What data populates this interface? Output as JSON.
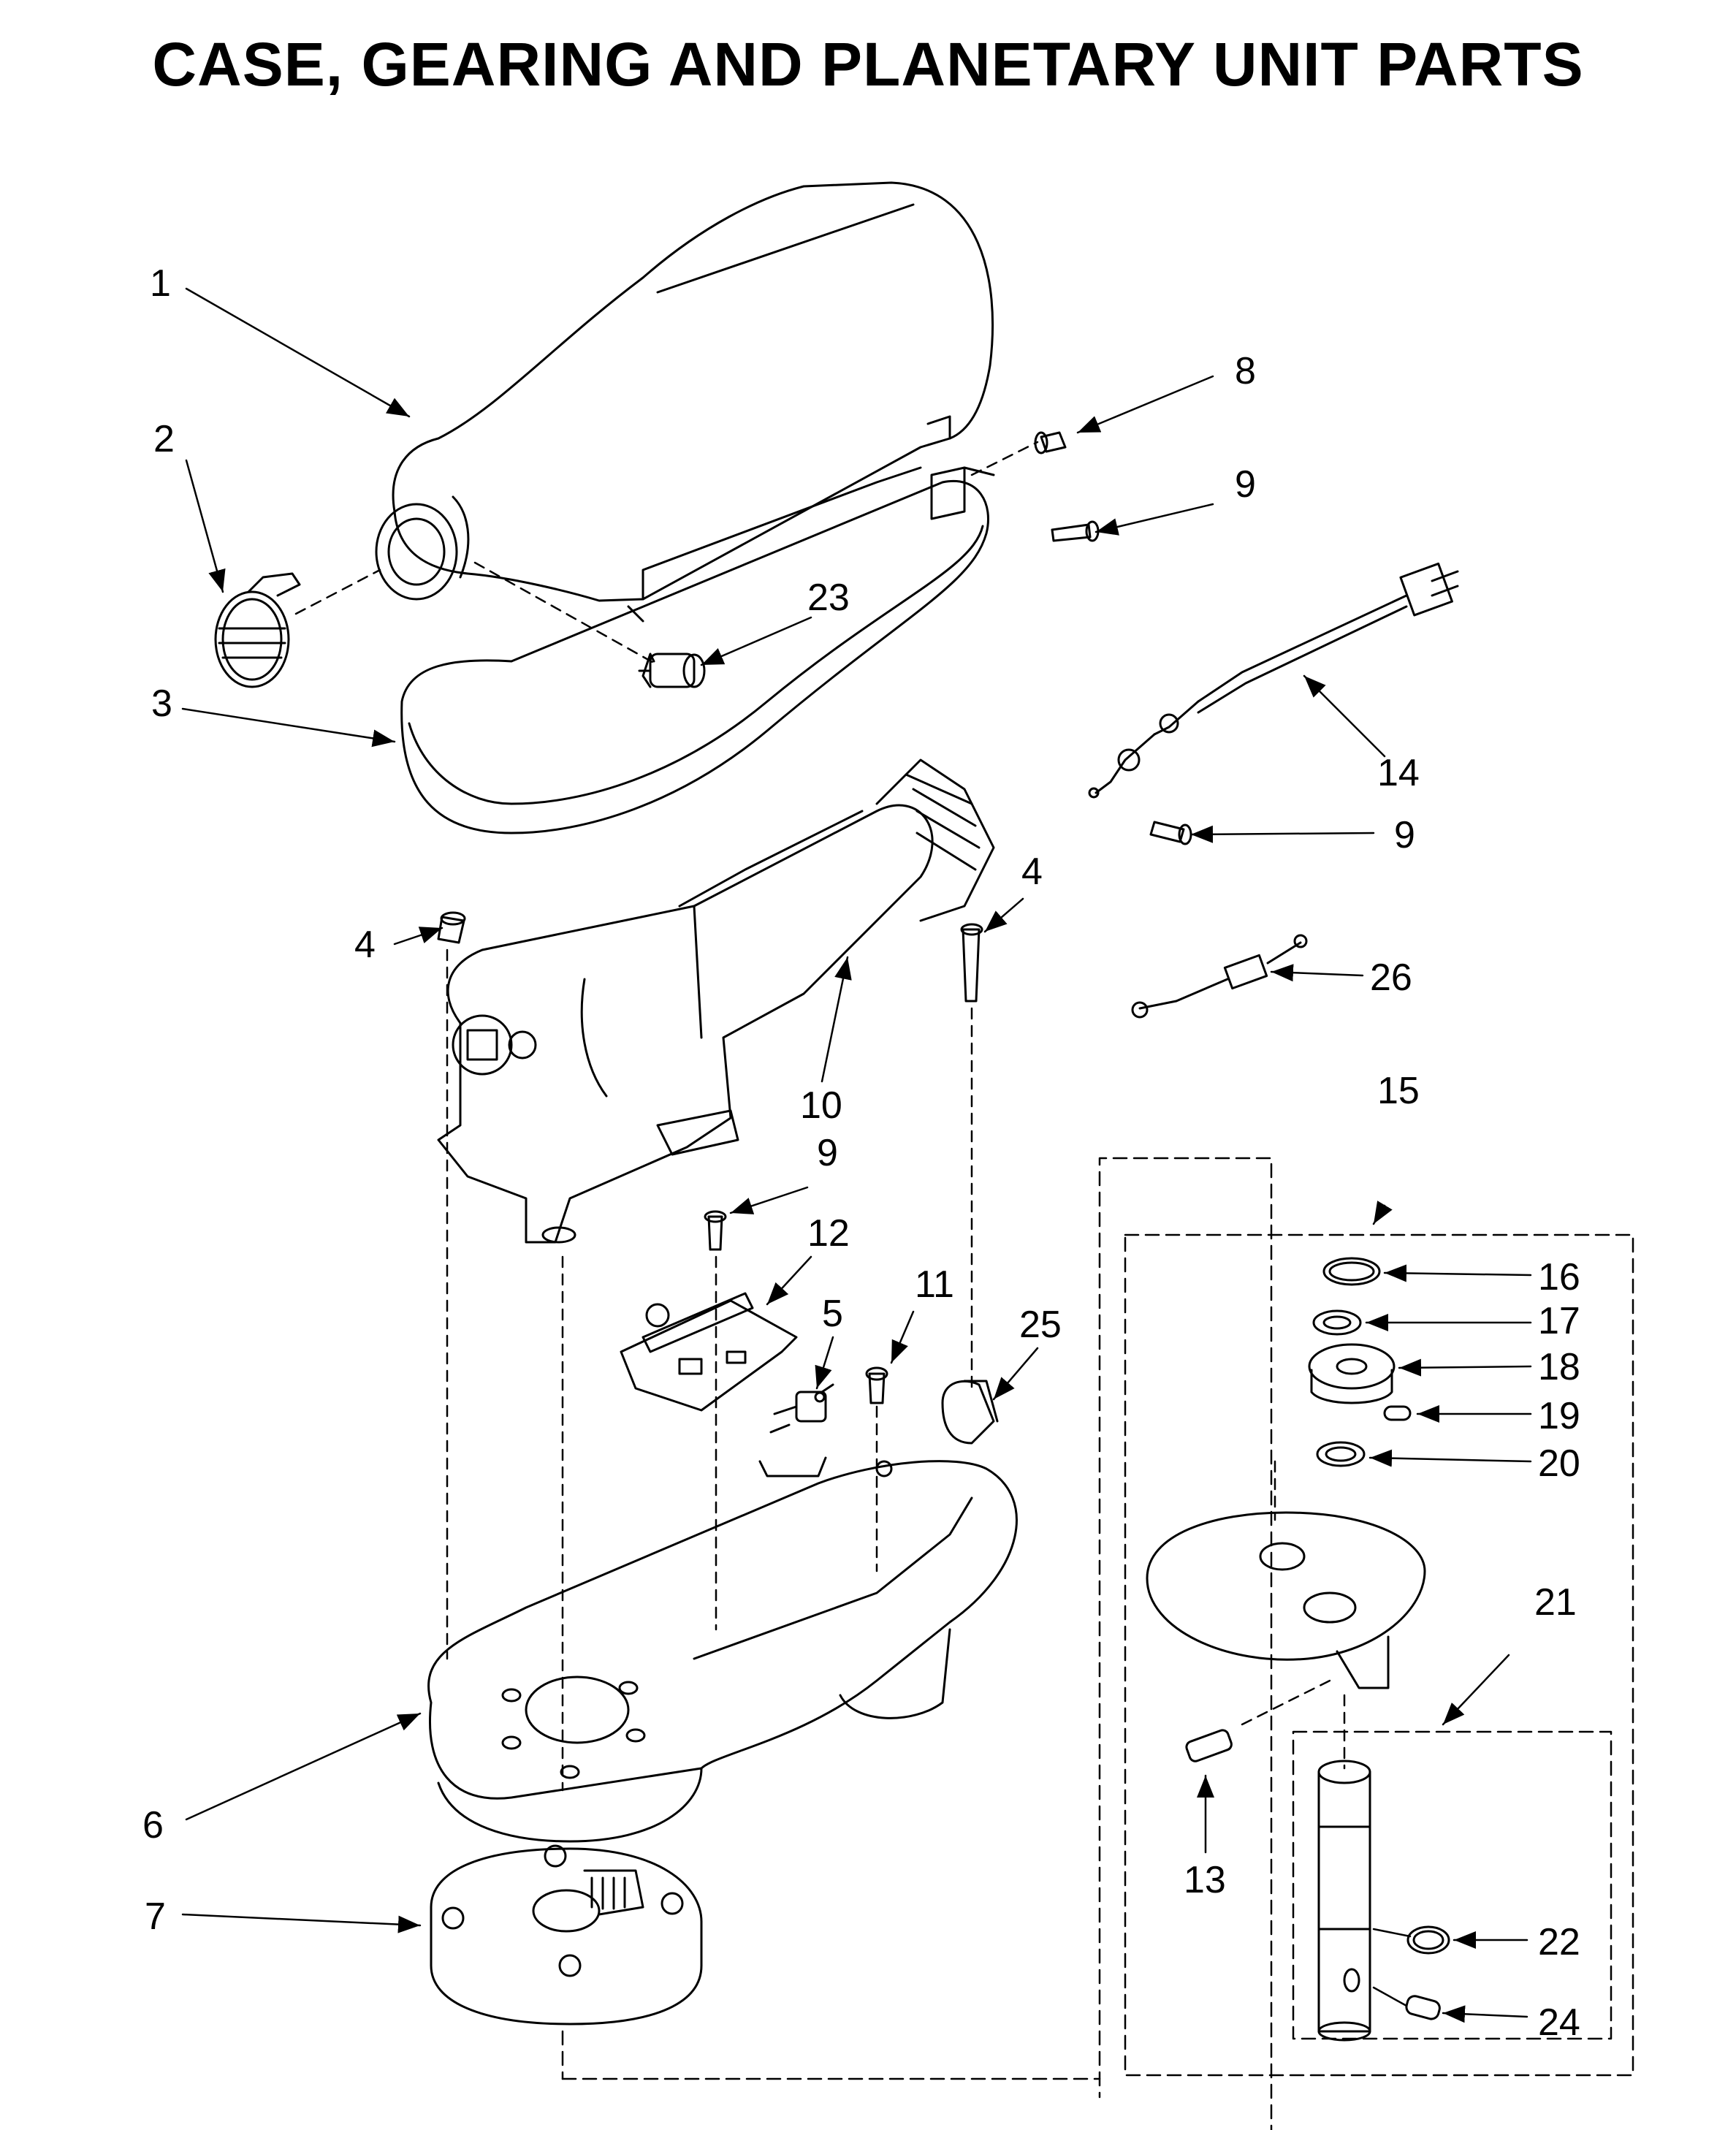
{
  "title": "CASE, GEARING AND PLANETARY UNIT PARTS",
  "callouts": {
    "c1": "1",
    "c2": "2",
    "c3": "3",
    "c4a": "4",
    "c4b": "4",
    "c5": "5",
    "c6": "6",
    "c7": "7",
    "c8": "8",
    "c9a": "9",
    "c9b": "9",
    "c9c": "9",
    "c10": "10",
    "c11": "11",
    "c12": "12",
    "c13": "13",
    "c14": "14",
    "c15": "15",
    "c16": "16",
    "c17": "17",
    "c18": "18",
    "c19": "19",
    "c20": "20",
    "c21": "21",
    "c22": "22",
    "c23": "23",
    "c24": "24",
    "c25": "25",
    "c26": "26"
  },
  "colors": {
    "line": "#000000",
    "background": "#ffffff"
  }
}
